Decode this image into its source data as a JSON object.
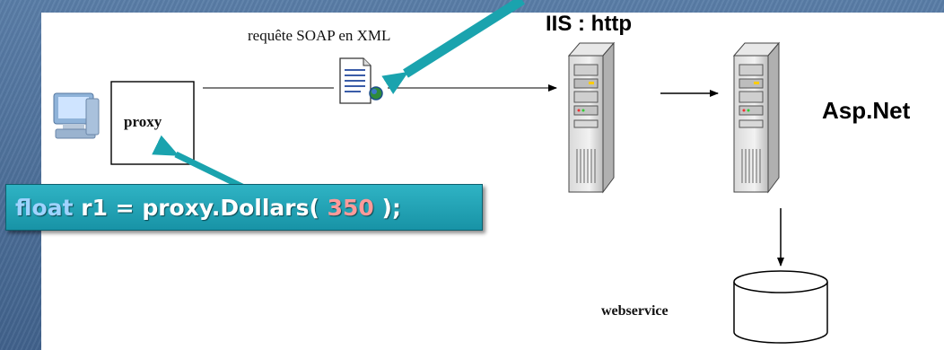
{
  "labels": {
    "soap": "requête SOAP en XML",
    "iis": "IIS : http",
    "aspnet": "Asp.Net",
    "proxy": "proxy",
    "webservice": "webservice"
  },
  "code": {
    "keyword": "float",
    "before_number": " r1 = proxy.Dollars( ",
    "number": "350",
    "after_number": " );"
  },
  "colors": {
    "callout_arrow": "#1aa3ae",
    "code_box": "#1e9fb0",
    "background": "#4a6e99"
  },
  "icons": [
    "computer-icon",
    "xml-document-icon",
    "server-icon",
    "database-icon"
  ]
}
